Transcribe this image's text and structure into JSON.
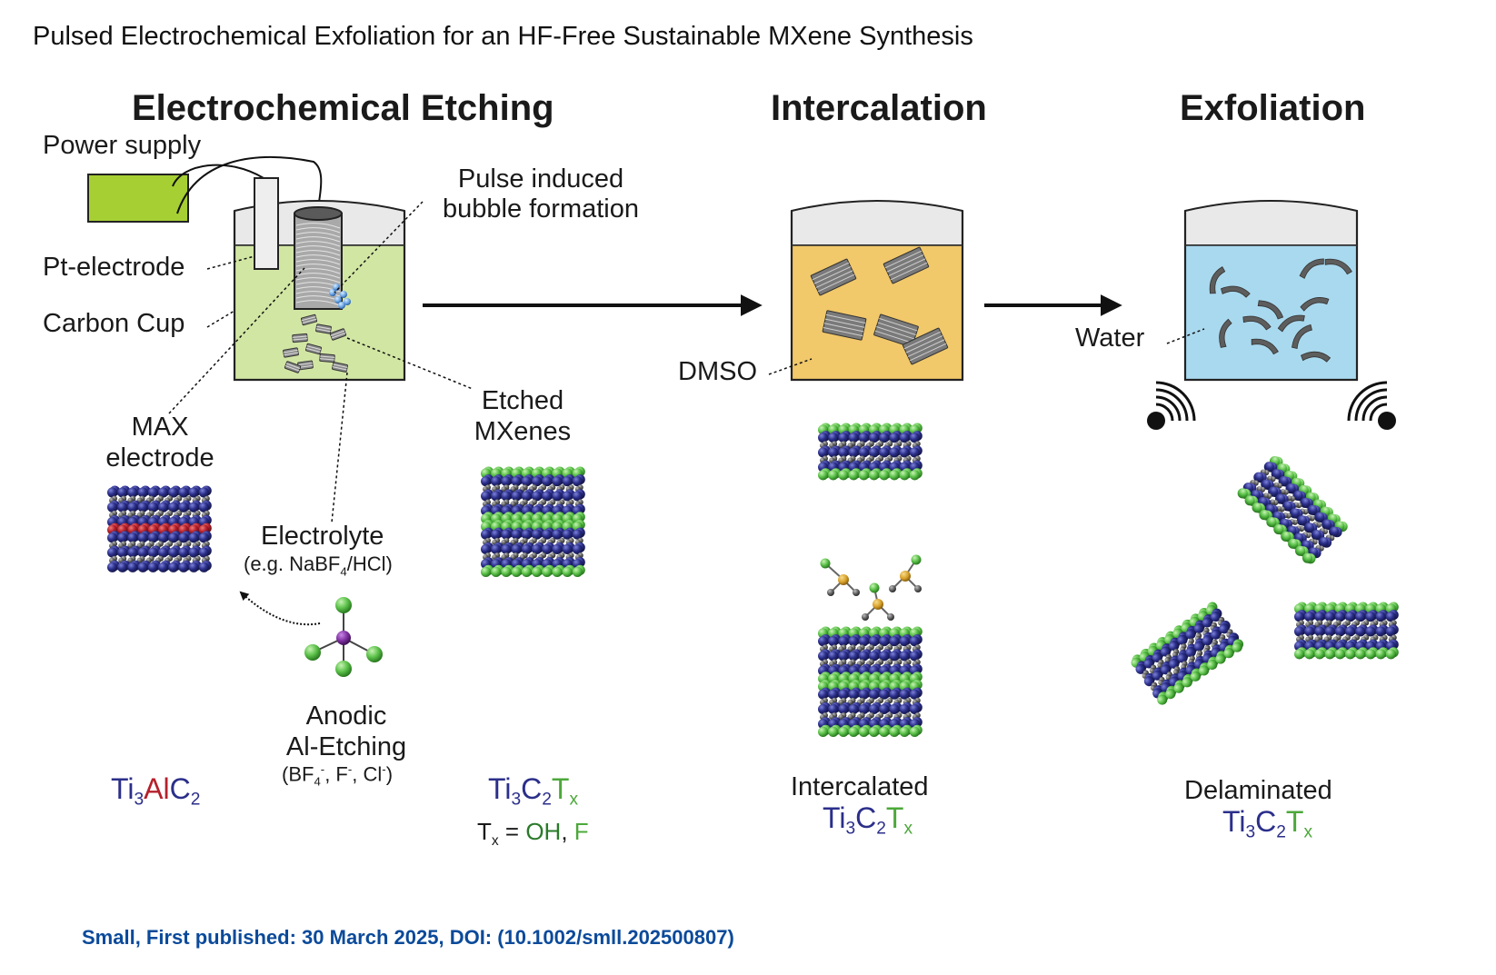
{
  "figure": {
    "title": "Pulsed Electrochemical Exfoliation for an HF-Free Sustainable MXene Synthesis",
    "citation": "Small, First published: 30 March 2025, DOI: (10.1002/smll.202500807)"
  },
  "stages": {
    "etching": {
      "heading": "Electrochemical Etching",
      "power_supply": "Power supply",
      "pt_electrode": "Pt-electrode",
      "carbon_cup": "Carbon Cup",
      "bubble_line1": "Pulse induced",
      "bubble_line2": "bubble formation",
      "max_line1": "MAX",
      "max_line2": "electrode",
      "electrolyte": "Electrolyte",
      "electrolyte_example_pre": "(e.g. NaBF",
      "electrolyte_example_sub": "4",
      "electrolyte_example_post": "/HCl)",
      "etched_line1": "Etched",
      "etched_line2": "MXenes",
      "anodic_line1": "Anodic",
      "anodic_line2": "Al-Etching",
      "ions_open": "(BF",
      "ions_sub": "4",
      "ions_sup1": "-",
      "ions_mid1": ", F",
      "ions_sup2": "-",
      "ions_mid2": ", Cl",
      "ions_sup3": "-",
      "ions_close": ")",
      "max_formula": {
        "ti": "Ti",
        "ti_sub": "3",
        "al": "Al",
        "c": "C",
        "c_sub": "2"
      },
      "mxene_formula": {
        "ti": "Ti",
        "ti_sub": "3",
        "c": "C",
        "c_sub": "2",
        "t": "T",
        "t_sub": "x"
      },
      "termination": {
        "t": "T",
        "t_sub": "x",
        "eq": " = ",
        "oh": "OH",
        "comma": ", ",
        "f": "F"
      }
    },
    "intercalation": {
      "heading": "Intercalation",
      "solvent": "DMSO",
      "caption": "Intercalated",
      "formula": {
        "ti": "Ti",
        "ti_sub": "3",
        "c": "C",
        "c_sub": "2",
        "t": "T",
        "t_sub": "x"
      }
    },
    "exfoliation": {
      "heading": "Exfoliation",
      "solvent": "Water",
      "caption": "Delaminated",
      "formula": {
        "ti": "Ti",
        "ti_sub": "3",
        "c": "C",
        "c_sub": "2",
        "t": "T",
        "t_sub": "x"
      }
    }
  },
  "colors": {
    "ti_atom": "#2b2f8a",
    "al_atom": "#b5202b",
    "c_atom": "#6b6b6b",
    "t_atom": "#5cc24a",
    "s_atom": "#d8a12a",
    "electrolyte_fill": "#d2e6a4",
    "dmso_fill": "#f1c86a",
    "water_fill": "#a9d9ef",
    "power_supply": "#a6cf34",
    "citation": "#0b4a9a"
  }
}
